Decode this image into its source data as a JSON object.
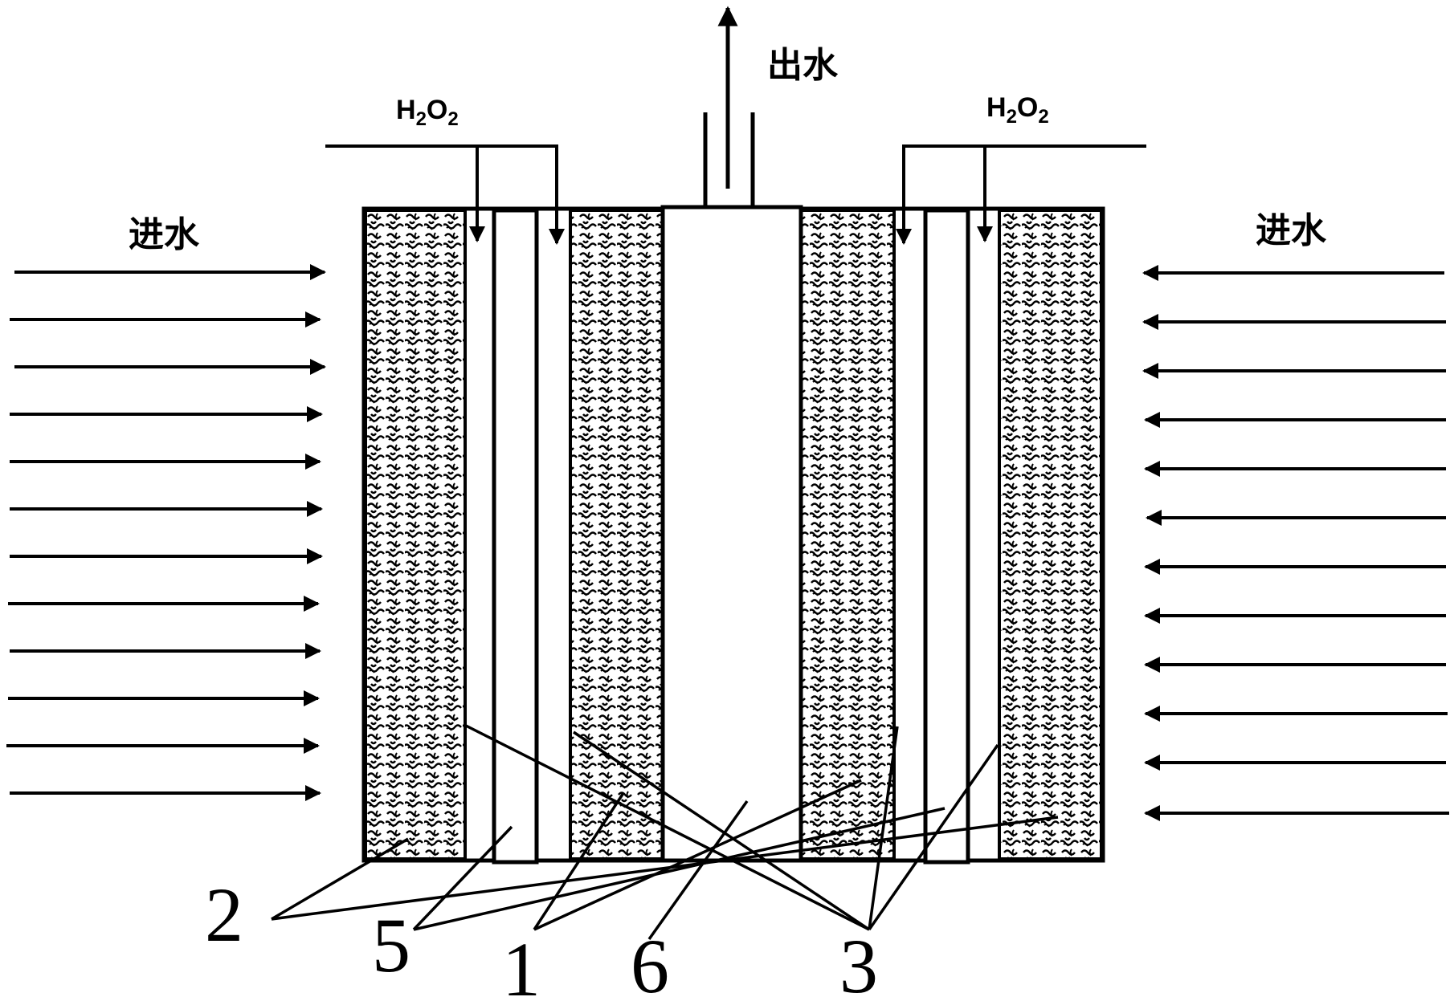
{
  "labels": {
    "outlet": "出水",
    "inlet_left": "进水",
    "inlet_right": "进水",
    "h2o2_left": {
      "h": "H",
      "n2a": "2",
      "o": "O",
      "n2b": "2"
    },
    "h2o2_right": {
      "h": "H",
      "n2a": "2",
      "o": "O",
      "n2b": "2"
    }
  },
  "part_numbers": {
    "p2": "2",
    "p5": "5",
    "p1": "1",
    "p6": "6",
    "p3": "3"
  },
  "colors": {
    "line": "#000000",
    "background": "#ffffff",
    "hatch": "#000000"
  }
}
